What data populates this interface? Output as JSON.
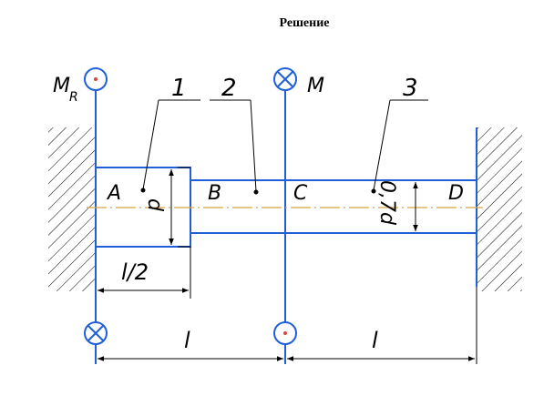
{
  "title": "Решение",
  "labels": {
    "moment_reaction": "M",
    "moment_reaction_sub": "R",
    "moment_applied": "M",
    "part1": "1",
    "part2": "2",
    "part3": "3",
    "pointA": "A",
    "pointB": "B",
    "pointC": "C",
    "pointD": "D",
    "diam_d": "d",
    "diam_07d": "0,7d",
    "len_half": "l/2",
    "len_l_left": "l",
    "len_l_right": "l"
  },
  "colors": {
    "contour": "#1f5fd8",
    "axis": "#d9a441",
    "dot": "#e04040",
    "ink": "#000000"
  }
}
